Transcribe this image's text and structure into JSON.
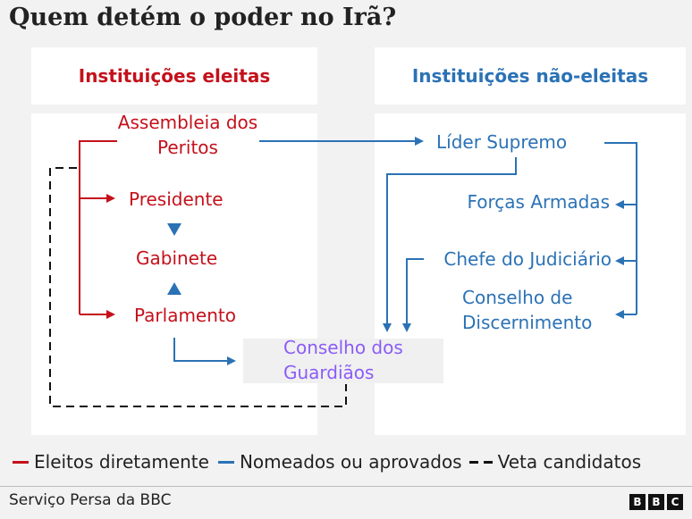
{
  "title": "Quem detém o poder no Irã?",
  "columns": {
    "elected": "Instituições eleitas",
    "unelected": "Instituições não-eleitas"
  },
  "nodes": {
    "assembly_line1": "Assembleia dos",
    "assembly_line2": "Peritos",
    "president": "Presidente",
    "cabinet": "Gabinete",
    "parliament": "Parlamento",
    "supreme_leader": "Líder Supremo",
    "armed_forces": "Forças Armadas",
    "judiciary": "Chefe do Judiciário",
    "expediency_line1": "Conselho de",
    "expediency_line2": "Discernimento",
    "guardians_line1": "Conselho dos",
    "guardians_line2": "Guardiãos"
  },
  "legend": {
    "elected": "Eleitos diretamente",
    "appointed": "Nomeados ou aprovados",
    "veto": "Veta candidatos"
  },
  "footer": "Serviço Persa da BBC",
  "logo": [
    "B",
    "B",
    "C"
  ],
  "colors": {
    "elected": "#c4111b",
    "appointed": "#2b72b5",
    "guardians": "#8b5cf6",
    "veto": "#111111"
  }
}
